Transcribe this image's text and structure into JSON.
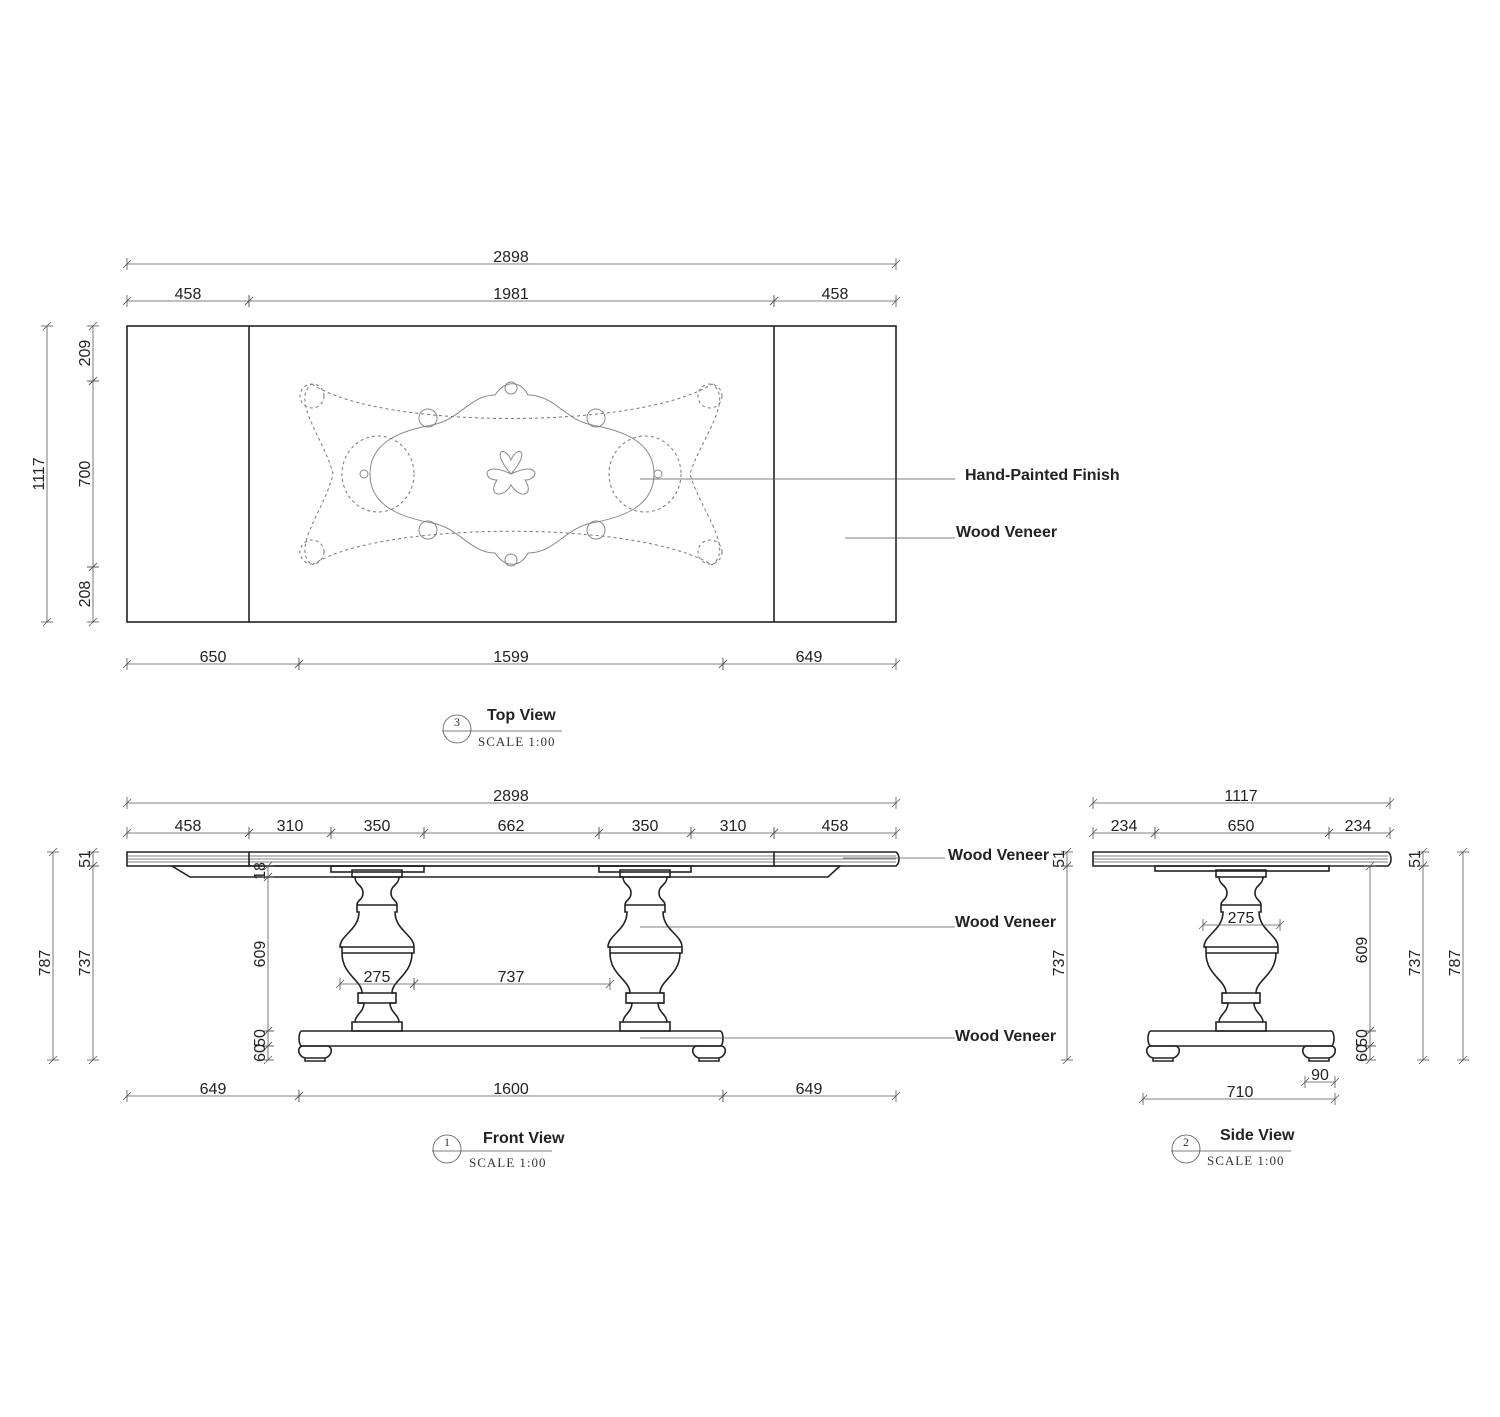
{
  "top_view": {
    "number": "3",
    "title": "Top View",
    "scale": "SCALE 1:00",
    "overall_width": "2898",
    "segments_top": [
      "458",
      "1981",
      "458"
    ],
    "segments_bottom": [
      "650",
      "1599",
      "649"
    ],
    "overall_depth": "1117",
    "depth_segments": [
      "209",
      "700",
      "208"
    ],
    "callouts": [
      "Hand-Painted Finish",
      "Wood Veneer"
    ]
  },
  "front_view": {
    "number": "1",
    "title": "Front View",
    "scale": "SCALE 1:00",
    "overall_width": "2898",
    "segments": [
      "458",
      "310",
      "350",
      "662",
      "350",
      "310",
      "458"
    ],
    "overall_height": "787",
    "top_thickness": "51",
    "leg_height": "737",
    "apron": "18",
    "pedestal_height": "609",
    "base_thickness": "50",
    "foot_height": "60",
    "pedestal_width": "275",
    "pedestal_spacing": "737",
    "bottom_segments": [
      "649",
      "1600",
      "649"
    ],
    "callouts": [
      "Wood Veneer",
      "Wood Veneer",
      "Wood Veneer"
    ]
  },
  "side_view": {
    "number": "2",
    "title": "Side View",
    "scale": "SCALE 1:00",
    "overall_width": "1117",
    "segments": [
      "234",
      "650",
      "234"
    ],
    "left_top_thickness": "51",
    "left_leg_height": "737",
    "pedestal_height": "609",
    "base_thickness": "50",
    "foot_height": "60",
    "right_top_thickness": "51",
    "right_leg_height": "737",
    "overall_height": "787",
    "pedestal_width": "275",
    "foot_width": "90",
    "base_length": "710"
  }
}
